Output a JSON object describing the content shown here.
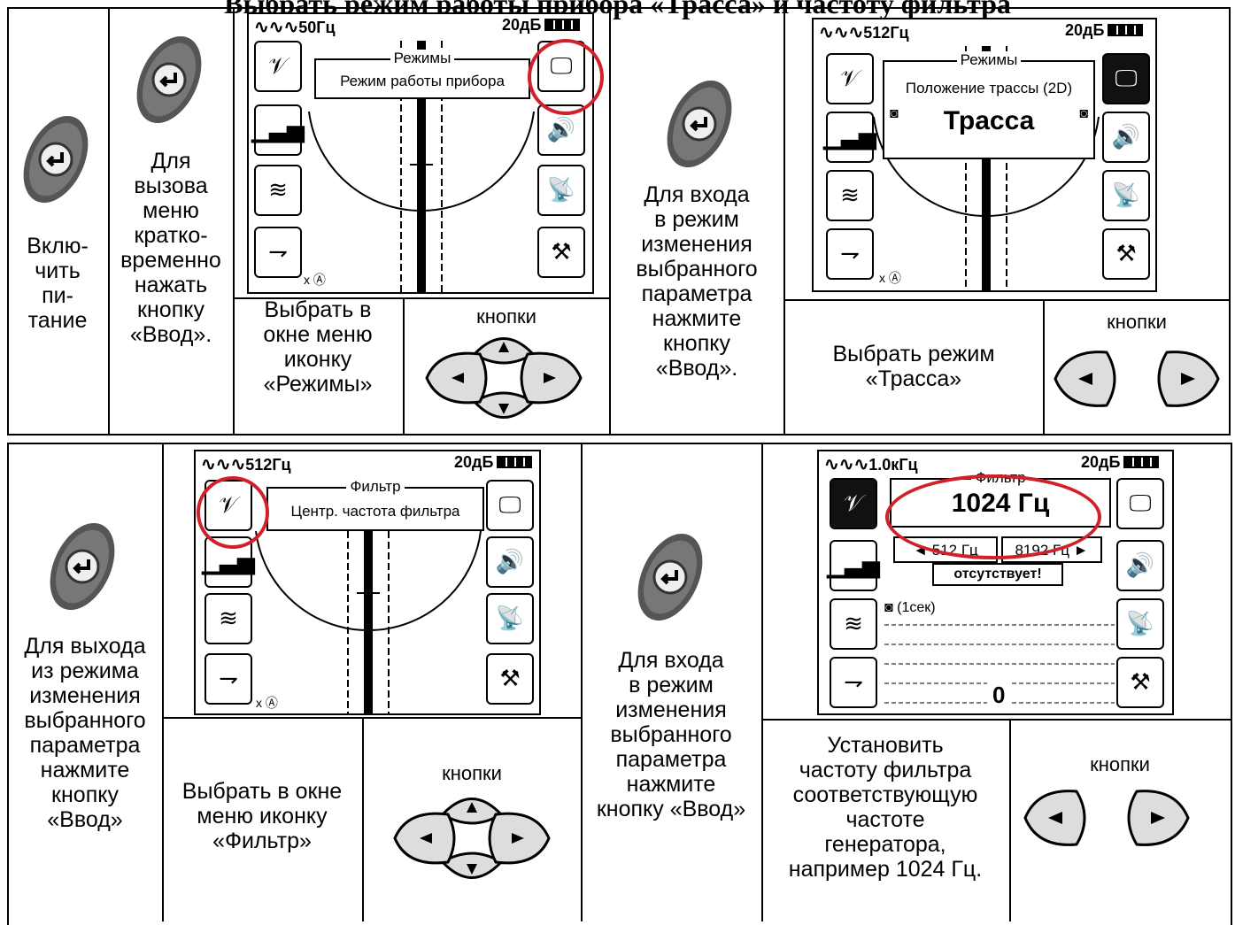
{
  "title": "Выбрать режим работы прибора «Трасса» и частоту фильтра",
  "top": {
    "power": "Вклю-\nчить\nпи-\nтание",
    "call_menu": "Для\nвызова\nменю\nкратко-\nвременно\nнажать\nкнопку\n«Ввод».",
    "screen1": {
      "freq": "50Гц",
      "gain": "20дБ",
      "popup_title": "Режимы",
      "popup_text": "Режим работы прибора"
    },
    "select_modes": "Выбрать в\nокне меню\nиконку\n«Режимы»",
    "buttons_label": "кнопки",
    "enter_change": "Для входа\nв режим\nизменения\nвыбранного\nпараметра\nнажмите\nкнопку\n«Ввод».",
    "screen2": {
      "freq": "512Гц",
      "gain": "20дБ",
      "popup_title": "Режимы",
      "popup_text": "Положение трассы (2D)",
      "mode": "Трасса"
    },
    "select_trassa": "Выбрать режим\n«Трасса»",
    "buttons_label2": "кнопки"
  },
  "bottom": {
    "exit_change": "Для выхода\nиз режима\nизменения\nвыбранного\nпараметра\nнажмите\nкнопку\n«Ввод»",
    "screen3": {
      "freq": "512Гц",
      "gain": "20дБ",
      "popup_title": "Фильтр",
      "popup_text": "Центр. частота фильтра"
    },
    "select_filter": "Выбрать в окне\nменю иконку\n«Фильтр»",
    "buttons_label": "кнопки",
    "enter_change": "Для входа\nв режим\nизменения\nвыбранного\nпараметра\nнажмите\nкнопку «Ввод»",
    "screen4": {
      "freq": "1.0кГц",
      "gain": "20дБ",
      "popup_title": "Фильтр",
      "value": "1024 Гц",
      "left": "512 Гц",
      "right": "8192 Гц",
      "absent": "отсутствует!",
      "timer": "(1сек)",
      "zero": "0"
    },
    "set_freq": "Установить\nчастоту фильтра\nсоответствующую\nчастоте\nгенератора,\nнапример 1024 Гц.",
    "buttons_label2": "кнопки"
  }
}
